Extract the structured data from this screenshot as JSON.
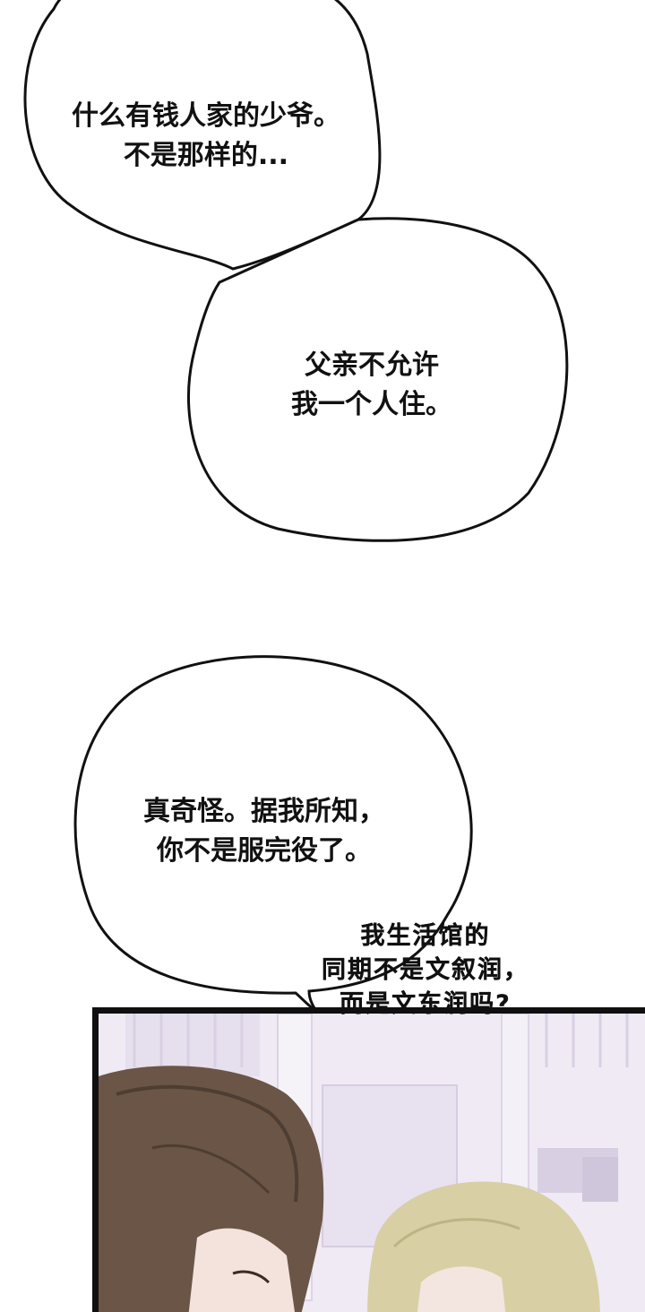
{
  "bubbles": [
    {
      "id": "bubble-1",
      "lines": [
        "什么有钱人家的少爷。",
        "不是那样的..."
      ]
    },
    {
      "id": "bubble-2",
      "lines": [
        "父亲不允许",
        "我一个人住。"
      ]
    },
    {
      "id": "bubble-3",
      "lines": [
        "真奇怪。据我所知，",
        "你不是服完役了。"
      ]
    }
  ],
  "handwritten": {
    "lines": [
      "我生活馆的",
      "同期不是文叙润，",
      "而是文东润吗?"
    ]
  },
  "colors": {
    "background": "#ffffff",
    "ink": "#111111",
    "panel_border": "#101010",
    "hair_brown": "#6b5546",
    "hair_blonde": "#d8cfa4",
    "sky": "#ece6f2"
  }
}
